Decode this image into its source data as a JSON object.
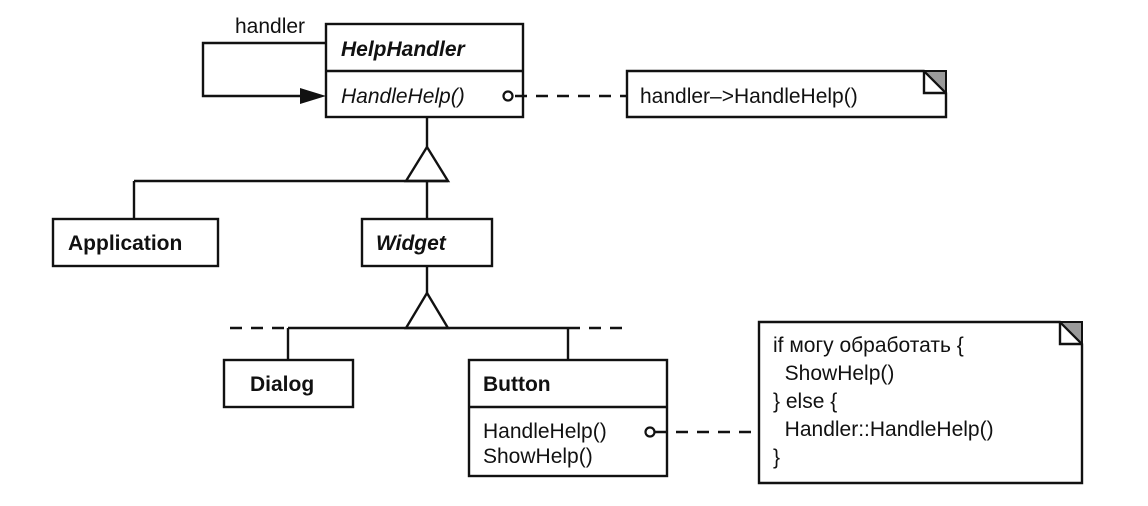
{
  "classes": {
    "help_handler": {
      "name": "HelpHandler",
      "operations": [
        "HandleHelp()"
      ]
    },
    "application": {
      "name": "Application"
    },
    "widget": {
      "name": "Widget"
    },
    "dialog": {
      "name": "Dialog"
    },
    "button": {
      "name": "Button",
      "operations": [
        "HandleHelp()",
        "ShowHelp()"
      ]
    }
  },
  "association_label": "handler",
  "notes": {
    "help_handler_note": [
      "handler–>HandleHelp()"
    ],
    "button_note": [
      "if могу обработать {",
      "  ShowHelp()",
      "} else {",
      "  Handler::HandleHelp()",
      "}"
    ]
  },
  "colors": {
    "stroke": "#111111",
    "note_corner": "#9a9a9a",
    "background": "#ffffff"
  }
}
